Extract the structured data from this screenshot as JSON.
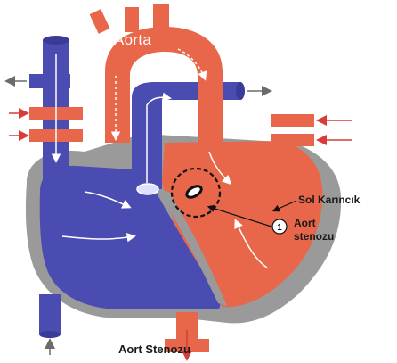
{
  "diagram": {
    "aorta_label": "Aorta",
    "left_ventricle_label": "Sol Karıncık",
    "marker_number": "1",
    "aortic_stenosis_label_line1": "Aort",
    "aortic_stenosis_label_line2": "stenozu",
    "caption": "Aort Stenozu"
  },
  "colors": {
    "oxygenated_red": "#e8664a",
    "deoxygenated_blue": "#4b4cb1",
    "myocardium_gray": "#9a9a9a",
    "arrow_red": "#d93a3a",
    "arrow_gray": "#6b6b6b"
  }
}
